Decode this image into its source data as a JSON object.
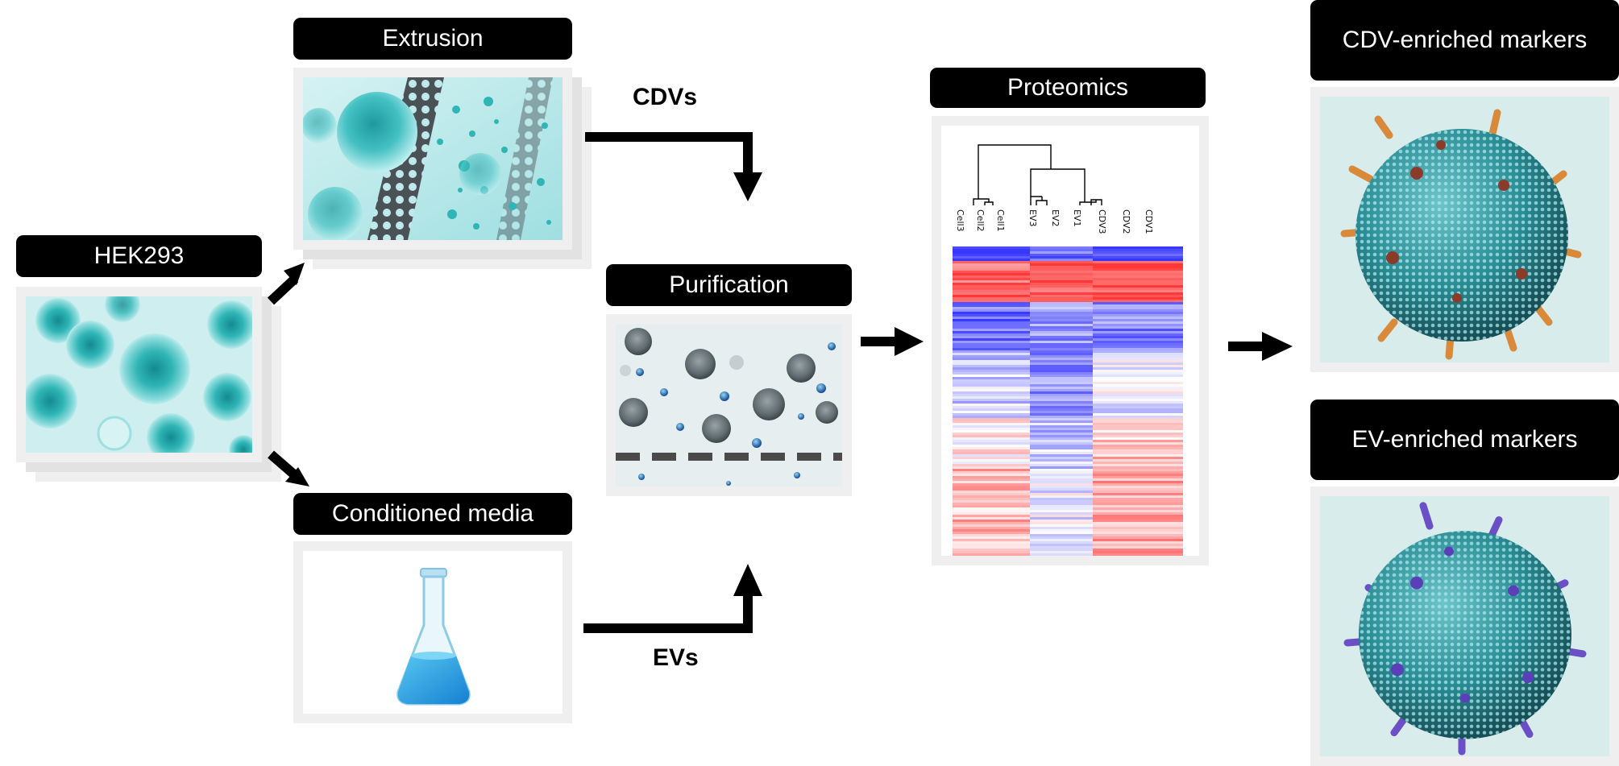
{
  "labels": {
    "hek293": "HEK293",
    "extrusion": "Extrusion",
    "conditioned_media": "Conditioned media",
    "purification": "Purification",
    "proteomics": "Proteomics",
    "cdv_markers": "CDV-enriched markers",
    "ev_markers": "EV-enriched markers"
  },
  "flow": {
    "cdvs": "CDVs",
    "evs": "EVs"
  },
  "dendrogram": {
    "samples": [
      "Cell3",
      "Cell2",
      "Cell1",
      "EV3",
      "EV2",
      "EV1",
      "CDV3",
      "CDV2",
      "CDV1"
    ]
  },
  "colors": {
    "cell_teal": "#2fb5b5",
    "heatmap_high": "#e8383d",
    "heatmap_low": "#3b3bdc",
    "cdv_protein": "#d9893a",
    "ev_protein": "#6a4fc6"
  }
}
